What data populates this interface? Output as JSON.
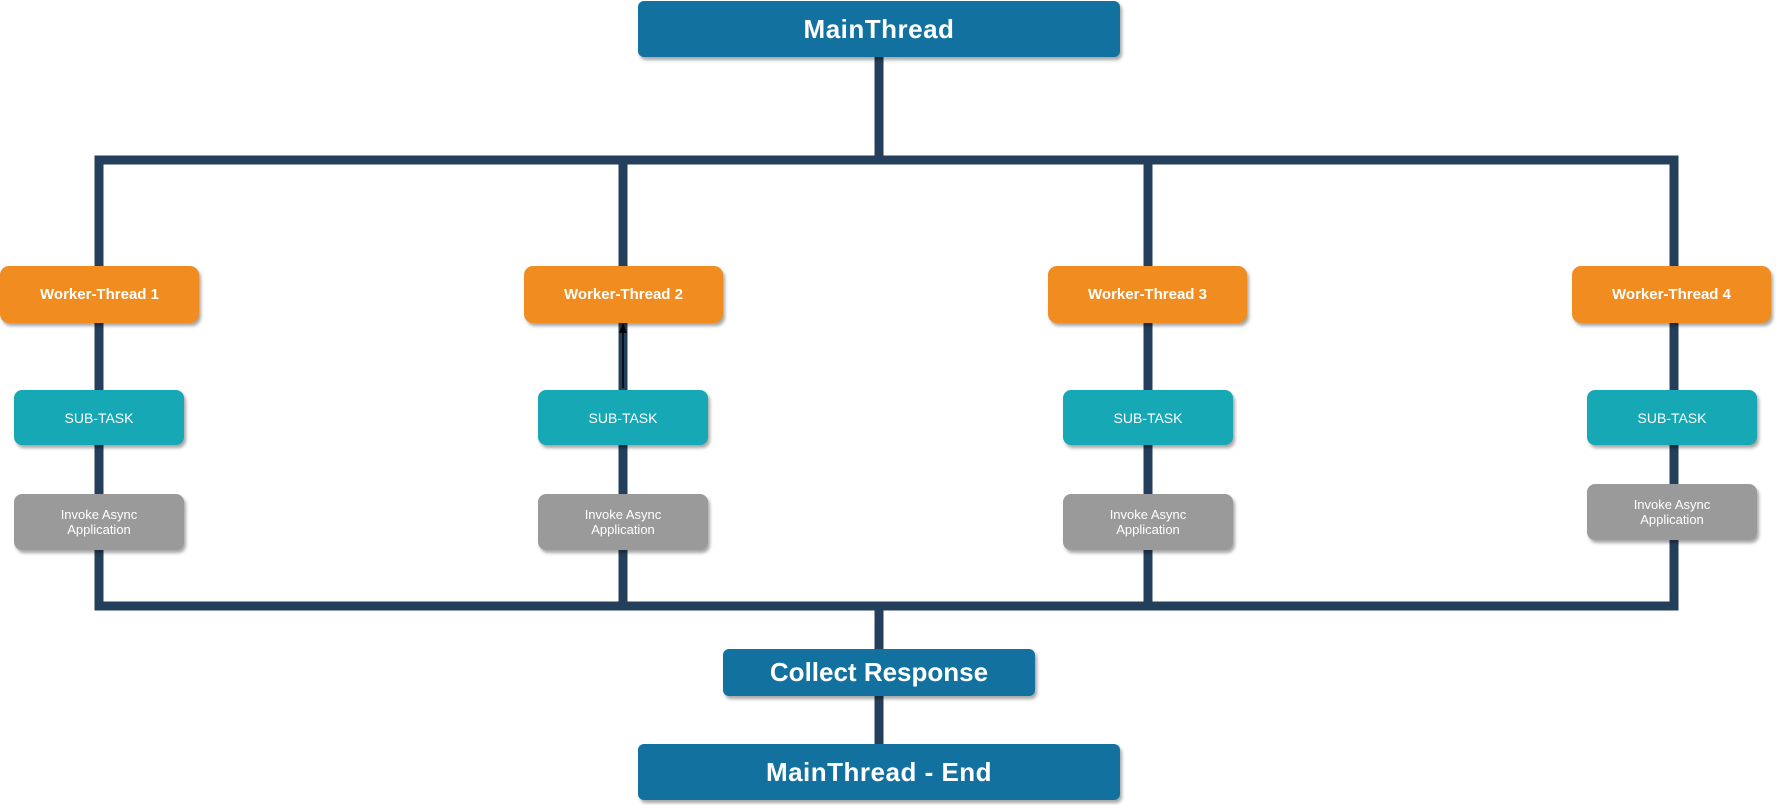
{
  "diagram": {
    "start_node": "MainThread",
    "workers": [
      {
        "label": "Worker-Thread 1",
        "subtask": "SUB-TASK",
        "invoke": "Invoke Async\nApplication"
      },
      {
        "label": "Worker-Thread 2",
        "subtask": "SUB-TASK",
        "invoke": "Invoke Async\nApplication"
      },
      {
        "label": "Worker-Thread 3",
        "subtask": "SUB-TASK",
        "invoke": "Invoke Async\nApplication"
      },
      {
        "label": "Worker-Thread 4",
        "subtask": "SUB-TASK",
        "invoke": "Invoke Async\nApplication"
      }
    ],
    "collect_node": "Collect Response",
    "end_node": "MainThread - End"
  },
  "colors": {
    "main": "#12719f",
    "worker": "#f08c20",
    "subtask": "#17a8b5",
    "invoke": "#9a9a9a",
    "connector": "#243f5b"
  }
}
